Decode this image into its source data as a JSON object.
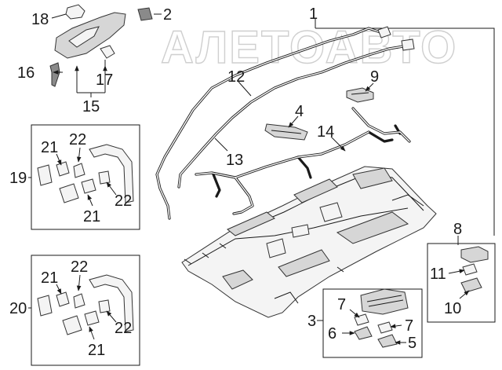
{
  "watermark": "АЛЕТОАВТО",
  "callouts": [
    "1",
    "2",
    "3",
    "4",
    "5",
    "6",
    "7",
    "7",
    "8",
    "9",
    "10",
    "11",
    "12",
    "13",
    "14",
    "15",
    "16",
    "17",
    "18",
    "19",
    "20",
    "21",
    "21",
    "21",
    "21",
    "22",
    "22",
    "22",
    "22"
  ]
}
